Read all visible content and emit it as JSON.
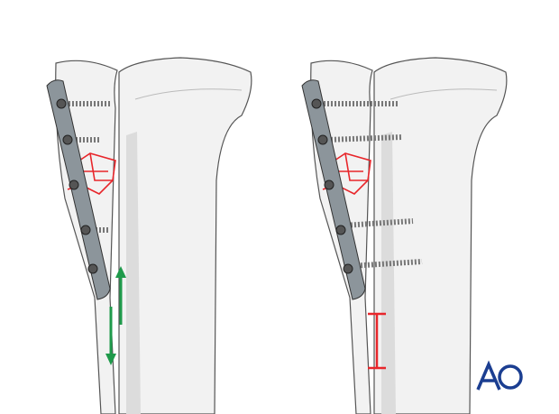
{
  "logo": {
    "text": "AO",
    "color": "#1b3e91"
  },
  "colors": {
    "bone_fill": "#f2f2f2",
    "bone_outline": "#555555",
    "bone_shadow": "#dcdcdc",
    "plate": "#8c959b",
    "fracture": "#e8262b",
    "arrow": "#1f9a4b",
    "gap_marker": "#e8262b"
  },
  "panels": [
    {
      "id": "before",
      "annotation": "opposing-arrows"
    },
    {
      "id": "after",
      "annotation": "distance-marker"
    }
  ]
}
